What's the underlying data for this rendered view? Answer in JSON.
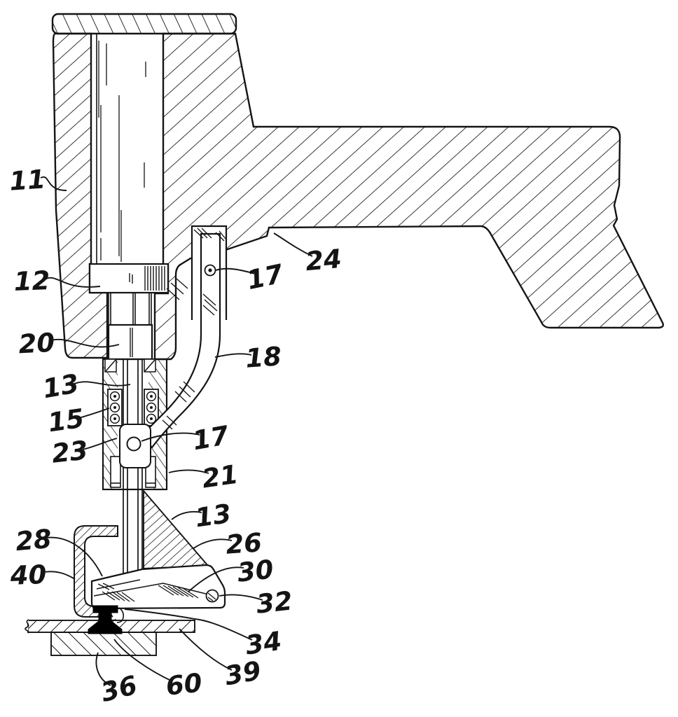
{
  "colors": {
    "ink": "#141414",
    "paper": "#ffffff"
  },
  "figure_labels": [
    {
      "id": "label-11",
      "text": "11"
    },
    {
      "id": "label-12",
      "text": "12"
    },
    {
      "id": "label-20",
      "text": "20"
    },
    {
      "id": "label-13-upper",
      "text": "13"
    },
    {
      "id": "label-15",
      "text": "15"
    },
    {
      "id": "label-23",
      "text": "23"
    },
    {
      "id": "label-24",
      "text": "24"
    },
    {
      "id": "label-17-upper",
      "text": "17"
    },
    {
      "id": "label-18",
      "text": "18"
    },
    {
      "id": "label-17-lower",
      "text": "17"
    },
    {
      "id": "label-21",
      "text": "21"
    },
    {
      "id": "label-13-lower",
      "text": "13"
    },
    {
      "id": "label-28",
      "text": "28"
    },
    {
      "id": "label-26",
      "text": "26"
    },
    {
      "id": "label-40",
      "text": "40"
    },
    {
      "id": "label-30",
      "text": "30"
    },
    {
      "id": "label-32",
      "text": "32"
    },
    {
      "id": "label-34",
      "text": "34"
    },
    {
      "id": "label-39",
      "text": "39"
    },
    {
      "id": "label-60",
      "text": "60"
    },
    {
      "id": "label-36",
      "text": "36"
    }
  ]
}
